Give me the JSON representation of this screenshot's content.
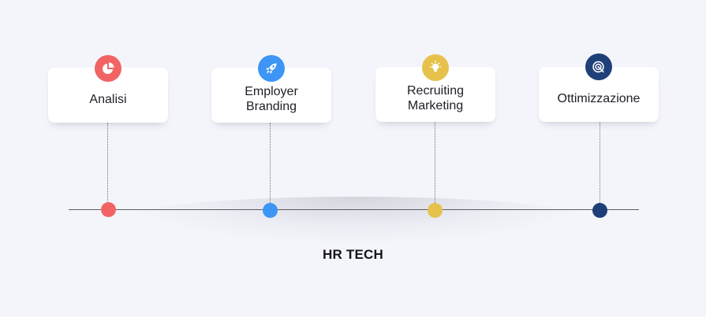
{
  "steps": [
    {
      "label": "Analisi",
      "icon": "pie-chart-icon",
      "color": "#f26464"
    },
    {
      "label": "Employer\nBranding",
      "icon": "rocket-icon",
      "color": "#3d95f5"
    },
    {
      "label": "Recruiting\nMarketing",
      "icon": "lightbulb-icon",
      "color": "#e6c24c"
    },
    {
      "label": "Ottimizzazione",
      "icon": "target-icon",
      "color": "#1f3f78"
    }
  ],
  "footer": {
    "title": "HR TECH"
  }
}
